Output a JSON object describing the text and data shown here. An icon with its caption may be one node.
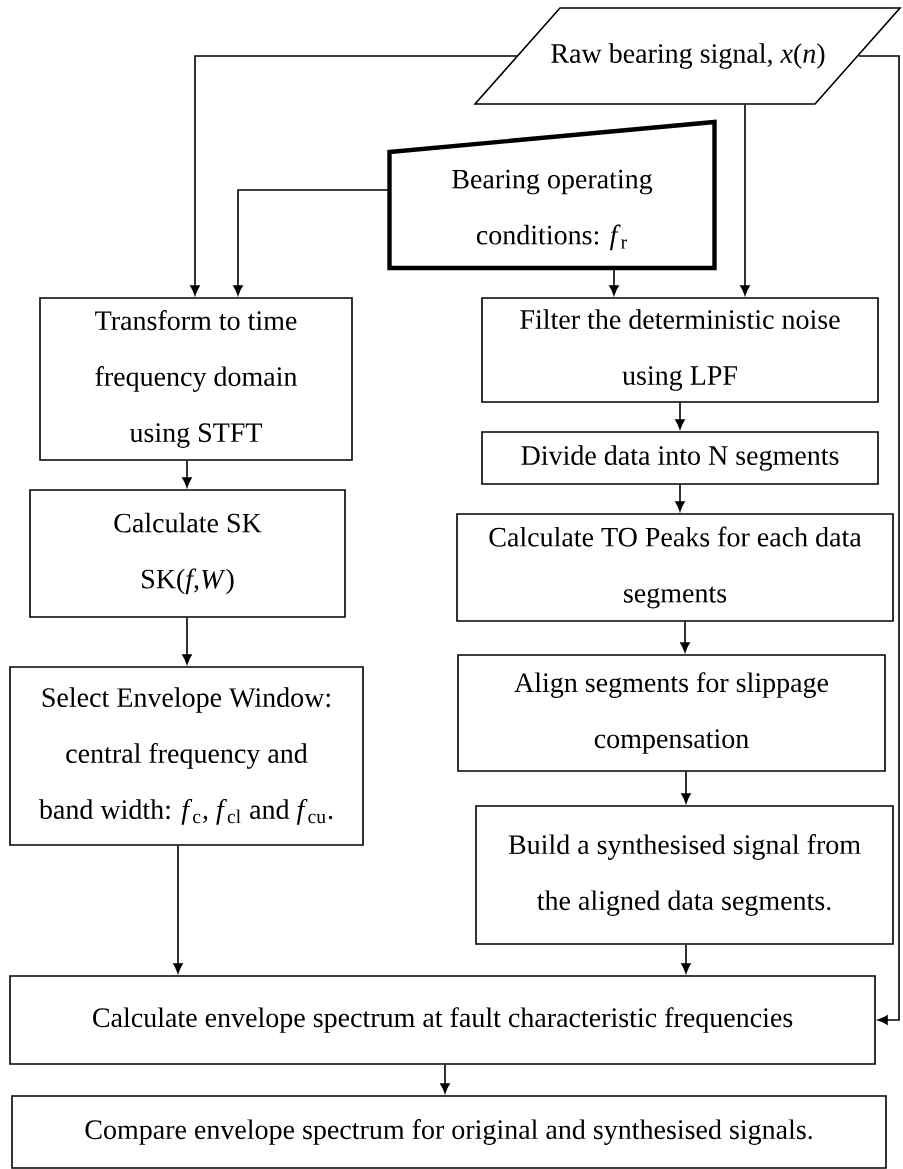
{
  "diagram": {
    "nodes": [
      {
        "text": [
          "Raw bearing signal, *x*(*n*)"
        ]
      },
      {
        "text": [
          "Bearing operating conditions: *f*$_{r}$"
        ]
      },
      {
        "text": [
          "Transform to time frequency domain using STFT"
        ]
      },
      {
        "text": [
          "Filter the deterministic noise using LPF"
        ]
      },
      {
        "text": [
          "Calculate SK",
          "SK(*f*,*W*)"
        ]
      },
      {
        "text": [
          "Divide data into N segments"
        ]
      },
      {
        "text": [
          "Calculate TO Peaks for each data segments"
        ]
      },
      {
        "text": [
          "Select Envelope Window: central frequency and band width: *f*$_{c}$, *f*$_{cl}$ and *f*$_{cu}$."
        ]
      },
      {
        "text": [
          "Align segments for slippage compensation"
        ]
      },
      {
        "text": [
          "Build a synthesised signal from the aligned data segments."
        ]
      },
      {
        "text": [
          "Calculate envelope spectrum at fault characteristic frequencies"
        ]
      },
      {
        "text": [
          "Compare envelope spectrum for original and synthesised signals."
        ]
      }
    ],
    "edges": [
      {
        "from": 0,
        "to": 2,
        "arrow": "to"
      },
      {
        "from": 1,
        "to": 2,
        "arrow": "to"
      },
      {
        "from": 1,
        "to": 3,
        "arrow": "to"
      },
      {
        "from": 0,
        "to": 3,
        "arrow": "to"
      },
      {
        "from": 0,
        "to": 10,
        "arrow": "to"
      },
      {
        "from": 2,
        "to": 4,
        "arrow": "to"
      },
      {
        "from": 3,
        "to": 5,
        "arrow": "to"
      },
      {
        "from": 4,
        "to": 7,
        "arrow": "to"
      },
      {
        "from": 5,
        "to": 6,
        "arrow": "to"
      },
      {
        "from": 6,
        "to": 8,
        "arrow": "to"
      },
      {
        "from": 8,
        "to": 9,
        "arrow": "to"
      },
      {
        "from": 7,
        "to": 10,
        "arrow": "to"
      },
      {
        "from": 9,
        "to": 10,
        "arrow": "to"
      },
      {
        "from": 10,
        "to": 11,
        "arrow": "to"
      }
    ]
  }
}
